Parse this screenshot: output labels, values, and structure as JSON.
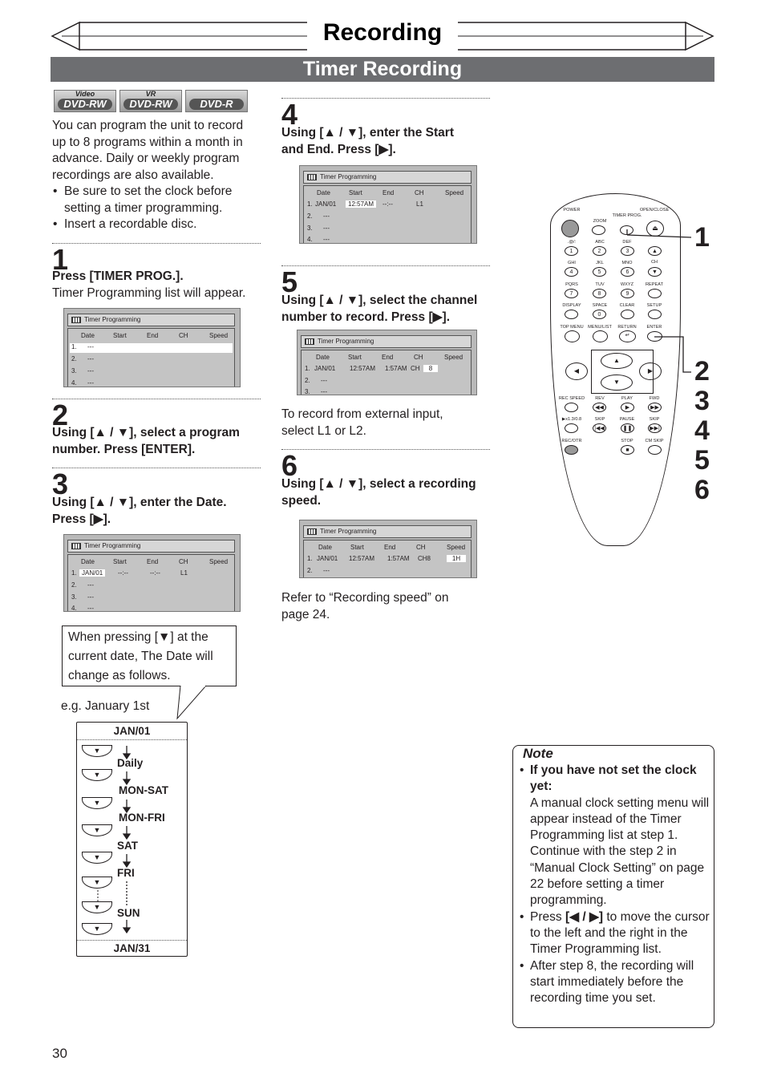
{
  "header": {
    "title": "Recording",
    "subtitle": "Timer Recording"
  },
  "discs": [
    {
      "sup": "Video",
      "label": "DVD-RW"
    },
    {
      "sup": "VR",
      "label": "DVD-RW"
    },
    {
      "sup": "",
      "label": "DVD-R"
    }
  ],
  "intro": {
    "text": [
      "You can program the unit to record",
      "up to 8 programs within a month in",
      "advance. Daily or weekly program",
      "recordings are also available."
    ],
    "bullets": [
      [
        "Be sure to set the clock before",
        "setting a timer programming."
      ],
      [
        "Insert a recordable disc."
      ]
    ]
  },
  "steps": {
    "s1": {
      "num": "1",
      "inst": "Press [TIMER PROG.].",
      "text": "Timer Programming list will appear."
    },
    "s2": {
      "num": "2",
      "inst1": "Using [▲ / ▼], select a program",
      "inst2": "number. Press [ENTER]."
    },
    "s3": {
      "num": "3",
      "inst1": "Using [▲ / ▼], enter the Date.",
      "inst2": "Press [▶]."
    },
    "s4": {
      "num": "4",
      "inst1": "Using [▲ / ▼], enter the Start",
      "inst2": "and End. Press [▶]."
    },
    "s5": {
      "num": "5",
      "inst1": "Using [▲ / ▼], select the channel",
      "inst2": "number to record. Press [▶].",
      "text1": "To record from external input,",
      "text2": "select L1 or L2."
    },
    "s6": {
      "num": "6",
      "inst1": "Using [▲ / ▼], select a recording",
      "inst2": "speed.",
      "text1": "Refer to “Recording speed” on",
      "text2": "page 24."
    }
  },
  "screen": {
    "title": "Timer Programming",
    "headers": [
      "Date",
      "Start",
      "End",
      "CH",
      "Speed"
    ],
    "s1": {
      "rows": [
        "1.",
        "---",
        "2.",
        "---",
        "3.",
        "---",
        "4.",
        "---"
      ]
    },
    "s3": {
      "date": "JAN/01",
      "start": "--:--",
      "end": "--:--",
      "ch": "L1"
    },
    "s4": {
      "date": "JAN/01",
      "start": "12:57AM",
      "end": "--:--",
      "ch": "L1"
    },
    "s5": {
      "date": "JAN/01",
      "start": "12:57AM",
      "end": "1:57AM",
      "ch": "CH",
      "chnum": "8"
    },
    "s6": {
      "date": "JAN/01",
      "start": "12:57AM",
      "end": "1:57AM",
      "ch": "CH8",
      "speed": "1H"
    }
  },
  "callout": {
    "l1": "When pressing [▼] at the",
    "l2": "current date, The Date will",
    "l3": "change as follows."
  },
  "example": "e.g. January 1st",
  "dates": {
    "top": "JAN/01",
    "items": [
      "Daily",
      "MON-SAT",
      "MON-FRI",
      "SAT",
      "FRI",
      "SUN"
    ],
    "bottom": "JAN/31"
  },
  "note": {
    "title": "Note",
    "b1_head": "If you have not set the clock yet:",
    "b1_body": "A manual clock setting menu will appear instead of the Timer Programming list at step 1. Continue with the step 2 in “Manual Clock Setting” on page 22 before setting a timer programming.",
    "b2a": "Press ",
    "b2b": "[◀ / ▶]",
    "b2c": " to move the cursor to the left and the right in the Timer Programming list.",
    "b3": "After step 8, the recording will start immediately before the recording time you set."
  },
  "remote": {
    "labels": [
      "POWER",
      "ZOOM",
      "TIMER PROG.",
      "OPEN/CLOSE",
      ".@/:",
      "ABC",
      "DEF",
      "GHI",
      "JKL",
      "MNO",
      "CH",
      "PQRS",
      "TUV",
      "WXYZ",
      "REPEAT",
      "DISPLAY",
      "SPACE",
      "CLEAR",
      "SETUP",
      "TOP MENU",
      "MENU/LIST",
      "RETURN",
      "ENTER",
      "REC SPEED",
      "REV",
      "PLAY",
      "FWD",
      "▶x1.3/0.8",
      "SKIP",
      "PAUSE",
      "SKIP",
      "REC/OTR",
      "STOP",
      "CM SKIP"
    ],
    "digits": [
      "1",
      "2",
      "3",
      "4",
      "5",
      "6",
      "7",
      "8",
      "9",
      "0"
    ],
    "callouts": [
      "1",
      "2",
      "3",
      "4",
      "5",
      "6"
    ]
  },
  "page_number": "30"
}
